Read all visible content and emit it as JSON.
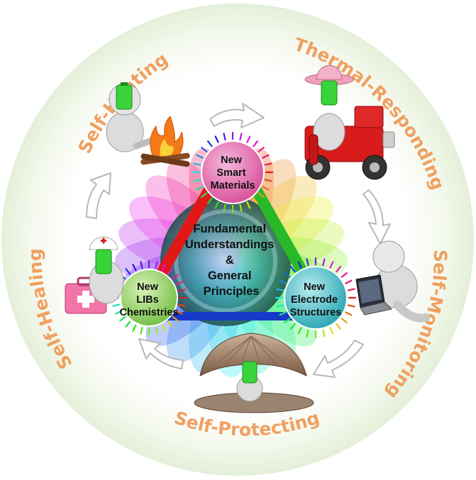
{
  "ring_labels": {
    "self_heating": "Self-Heating",
    "thermal_responding": "Thermal-Responding",
    "self_monitoring": "Self-Monitoring",
    "self_protecting": "Self-Protecting",
    "self_healing": "Self-Healing"
  },
  "nodes": {
    "top": [
      "New",
      "Smart",
      "Materials"
    ],
    "left": [
      "New",
      "LIBs",
      "Chemistries"
    ],
    "right": [
      "New",
      "Electrode",
      "Structures"
    ]
  },
  "center": [
    "Fundamental",
    "Understandings",
    "&",
    "General",
    "Principles"
  ],
  "colors": {
    "ring_text": "#f0a060",
    "ring_fill": "#eef5e6",
    "node_top": "#e070b0",
    "node_left": "#9bd56b",
    "node_right": "#4fc0c8",
    "edge_left": "#e01818",
    "edge_right": "#28b828",
    "edge_bottom": "#1838c8",
    "battery": "#39d43a"
  },
  "icons": [
    "battery-face-icon",
    "campfire-icon",
    "fire-truck-icon",
    "laptop-icon",
    "seashell-icon",
    "first-aid-kit-icon",
    "curved-arrow-icon"
  ]
}
